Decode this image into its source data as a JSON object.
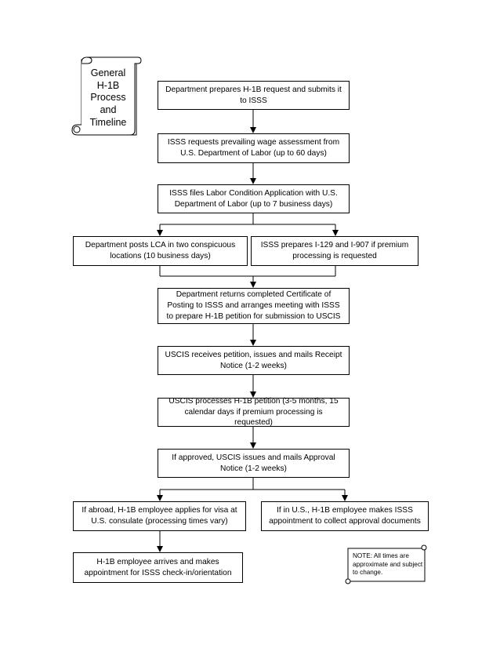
{
  "title": "General H-1B Process and Timeline",
  "steps": {
    "s1": "Department prepares H-1B request and submits it to ISSS",
    "s2": "ISSS requests prevailing wage assessment from U.S. Department of Labor (up to 60 days)",
    "s3": "ISSS files Labor Condition Application with U.S. Department of Labor (up to 7 business days)",
    "s4a": "Department posts LCA in two conspicuous locations (10 business days)",
    "s4b": "ISSS prepares I-129 and I-907 if premium processing is requested",
    "s5": "Department returns completed Certificate of Posting to ISSS and arranges meeting with ISSS to prepare H-1B petition for submission to USCIS",
    "s6": "USCIS receives petition, issues and mails Receipt Notice (1-2 weeks)",
    "s7": "USCIS processes H-1B petition (3-5 months, 15 calendar days if premium processing is requested)",
    "s8": "If approved, USCIS issues and mails Approval Notice (1-2 weeks)",
    "s9a": "If abroad, H-1B employee applies for visa at U.S. consulate (processing times vary)",
    "s9b": "If in U.S., H-1B employee makes ISSS appointment to collect approval documents",
    "s10": "H-1B employee arrives and makes appointment for ISSS check-in/orientation"
  },
  "note": "NOTE: All times are approximate and subject to change."
}
